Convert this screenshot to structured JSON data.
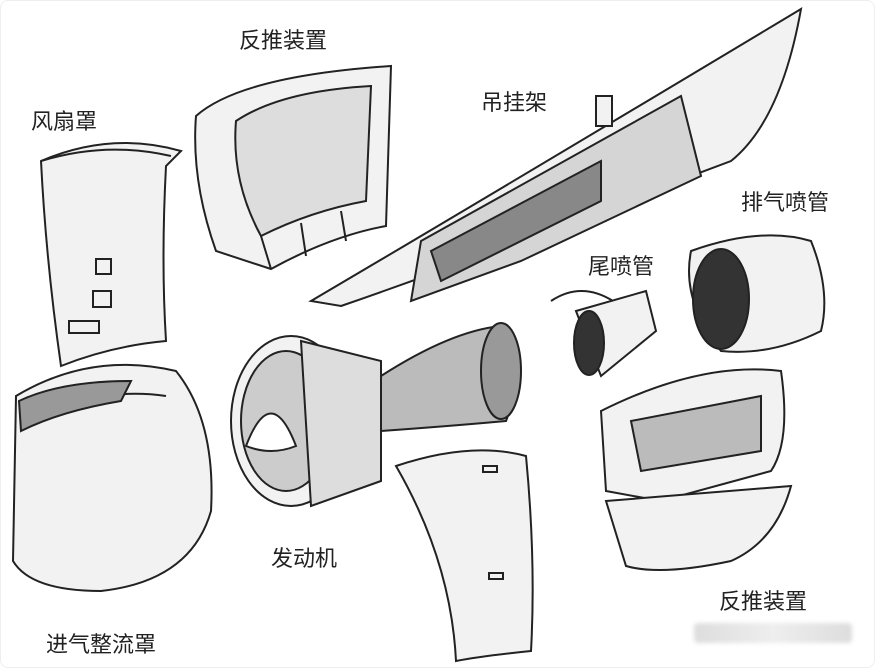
{
  "title": "Jet engine nacelle exploded view",
  "labels": {
    "fan_cowl": "风扇罩",
    "thrust_reverser_top": "反推装置",
    "pylon": "吊挂架",
    "exhaust_nozzle": "排气喷管",
    "tail_cone": "尾喷管",
    "engine": "发动机",
    "inlet_cowl": "进气整流罩",
    "thrust_reverser_bottom": "反推装置"
  },
  "colors": {
    "line": "#222222",
    "fill": "#f2f2f2",
    "shade": "#9a9a9a"
  }
}
